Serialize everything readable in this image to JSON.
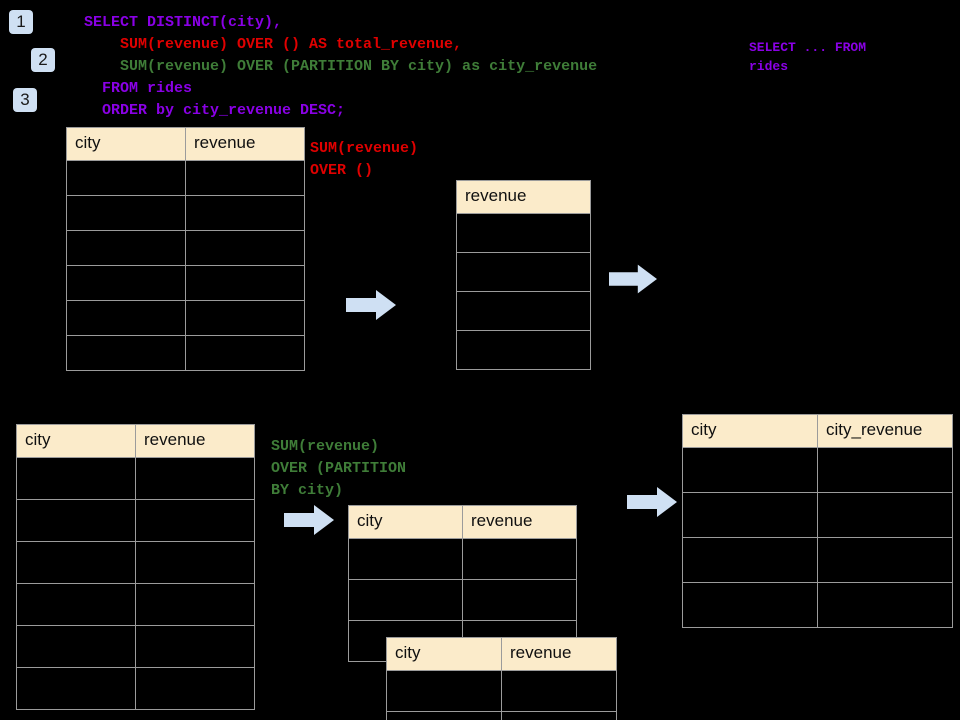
{
  "steps": [
    {
      "label": "1"
    },
    {
      "label": "2"
    },
    {
      "label": "3"
    }
  ],
  "query": {
    "line1": "SELECT DISTINCT(city),",
    "line2": "    SUM(revenue) OVER () AS total_revenue,",
    "line3": "    SUM(revenue) OVER (PARTITION BY city) as city_revenue",
    "line4": "  FROM rides",
    "line5": "  ORDER by city_revenue DESC;",
    "colors": {
      "keyword": "#8a00e6",
      "total_revenue": "#e00000",
      "city_revenue": "#3f7d38"
    }
  },
  "annotations": {
    "source_note": "SELECT ... FROM\nrides",
    "total_revenue_note": "SUM(revenue)\nOVER ()",
    "city_revenue_note": "SUM(revenue)\nOVER (PARTITION\nBY city)"
  },
  "tables": {
    "rides_top": {
      "name": "rides-table-top",
      "headers": [
        "city",
        "revenue"
      ],
      "rows": [
        [
          "",
          ""
        ],
        [
          "",
          ""
        ],
        [
          "",
          ""
        ],
        [
          "",
          ""
        ],
        [
          "",
          ""
        ],
        [
          "",
          ""
        ]
      ]
    },
    "total_revenue": {
      "name": "total-revenue-table",
      "headers": [
        "revenue"
      ],
      "rows": [
        [
          ""
        ],
        [
          ""
        ],
        [
          ""
        ],
        [
          ""
        ]
      ]
    },
    "rides_bottom": {
      "name": "rides-table-bottom",
      "headers": [
        "city",
        "revenue"
      ],
      "rows": [
        [
          "",
          ""
        ],
        [
          "",
          ""
        ],
        [
          "",
          ""
        ],
        [
          "",
          ""
        ],
        [
          "",
          ""
        ],
        [
          "",
          ""
        ]
      ]
    },
    "partition_a": {
      "name": "partition-table-a",
      "headers": [
        "city",
        "revenue"
      ],
      "rows": [
        [
          "",
          ""
        ],
        [
          "",
          ""
        ],
        [
          "",
          ""
        ]
      ]
    },
    "partition_b": {
      "name": "partition-table-b",
      "headers": [
        "city",
        "revenue"
      ],
      "rows": [
        [
          "",
          ""
        ],
        [
          "",
          ""
        ]
      ]
    },
    "result": {
      "name": "result-table",
      "headers": [
        "city",
        "city_revenue"
      ],
      "rows": [
        [
          "",
          ""
        ],
        [
          "",
          ""
        ],
        [
          "",
          ""
        ],
        [
          "",
          ""
        ]
      ]
    }
  },
  "arrows": {
    "count": 4,
    "color": "#cfe0f3",
    "names": [
      "arrow-top-left",
      "arrow-top-right",
      "arrow-bottom-left",
      "arrow-bottom-right"
    ]
  },
  "theme": {
    "background": "#000000",
    "header_fill": "#fbebca",
    "grid_line": "#9b9b9b",
    "badge_fill": "#cfe0f3"
  }
}
